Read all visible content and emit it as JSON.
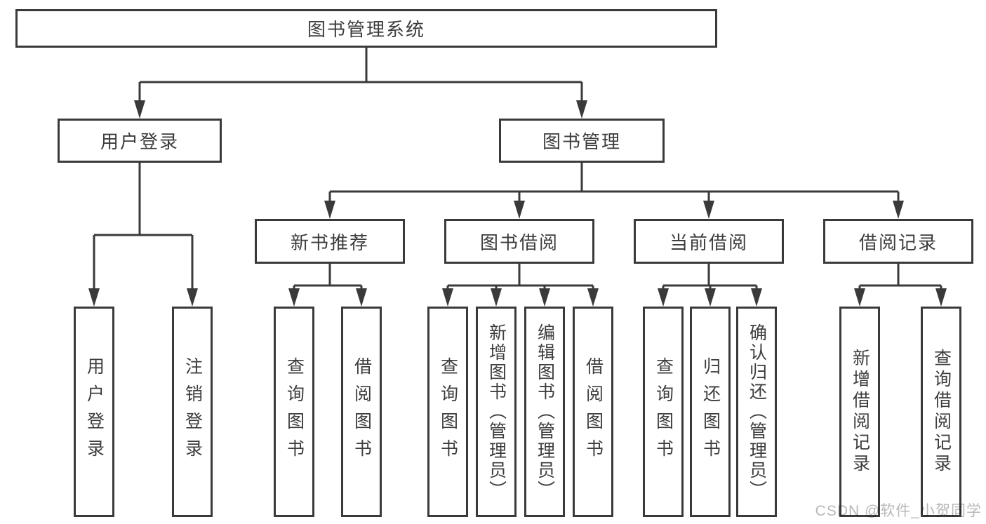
{
  "diagram": {
    "tree": {
      "label": "图书管理系统",
      "children": [
        {
          "label": "用户登录",
          "children": [
            {
              "label": "用户登录"
            },
            {
              "label": "注销登录"
            }
          ]
        },
        {
          "label": "图书管理",
          "children": [
            {
              "label": "新书推荐",
              "children": [
                {
                  "label": "查询图书"
                },
                {
                  "label": "借阅图书"
                }
              ]
            },
            {
              "label": "图书借阅",
              "children": [
                {
                  "label": "查询图书"
                },
                {
                  "label": "新增图书（管理员）"
                },
                {
                  "label": "编辑图书（管理员）"
                },
                {
                  "label": "借阅图书"
                }
              ]
            },
            {
              "label": "当前借阅",
              "children": [
                {
                  "label": "查询图书"
                },
                {
                  "label": "归还图书"
                },
                {
                  "label": "确认归还（管理员）"
                }
              ]
            },
            {
              "label": "借阅记录",
              "children": [
                {
                  "label": "新增借阅记录"
                },
                {
                  "label": "查询借阅记录"
                }
              ]
            }
          ]
        }
      ]
    },
    "colors": {
      "line": "#3a3a3a",
      "text": "#3d3d3d",
      "background": "#ffffff",
      "watermark_text_color": "#b8b8b8"
    }
  },
  "watermark": "CSDN @软件_小贺同学"
}
